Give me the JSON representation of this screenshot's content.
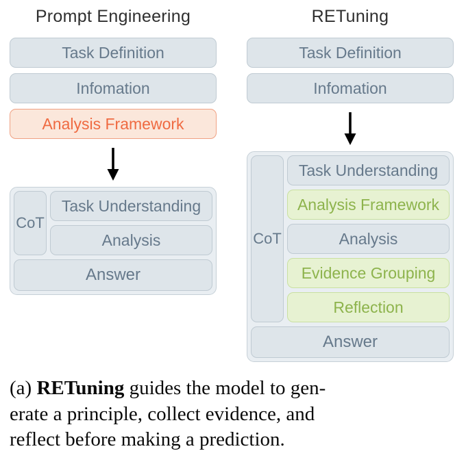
{
  "left": {
    "title": "Prompt Engineering",
    "top_boxes": [
      {
        "label": "Task Definition",
        "style": "gray"
      },
      {
        "label": "Infomation",
        "style": "gray"
      },
      {
        "label": "Analysis Framework",
        "style": "orange"
      }
    ],
    "cot_label": "CoT",
    "cot_boxes": [
      {
        "label": "Task Understanding",
        "style": "gray"
      },
      {
        "label": "Analysis",
        "style": "gray"
      }
    ],
    "answer_label": "Answer"
  },
  "right": {
    "title": "RETuning",
    "top_boxes": [
      {
        "label": "Task Definition",
        "style": "gray"
      },
      {
        "label": "Infomation",
        "style": "gray"
      }
    ],
    "cot_label": "CoT",
    "cot_boxes": [
      {
        "label": "Task Understanding",
        "style": "gray"
      },
      {
        "label": "Analysis Framework",
        "style": "green"
      },
      {
        "label": "Analysis",
        "style": "gray"
      },
      {
        "label": "Evidence Grouping",
        "style": "green"
      },
      {
        "label": "Reflection",
        "style": "green"
      }
    ],
    "answer_label": "Answer"
  },
  "caption": {
    "part1": "(a) ",
    "bold": "RETuning",
    "part2": " guides the model to gen-",
    "line2": "erate a principle, collect evidence, and",
    "line3": "reflect before making a prediction."
  },
  "colors": {
    "box_gray_bg": "#dee5ea",
    "box_gray_text": "#66798b",
    "highlight_orange_bg": "#fbe7db",
    "highlight_orange_text": "#ef6a41",
    "highlight_green_bg": "#e7f2d2",
    "highlight_green_text": "#8db34c",
    "group_bg": "#e9eef2",
    "arrow": "#000000"
  }
}
